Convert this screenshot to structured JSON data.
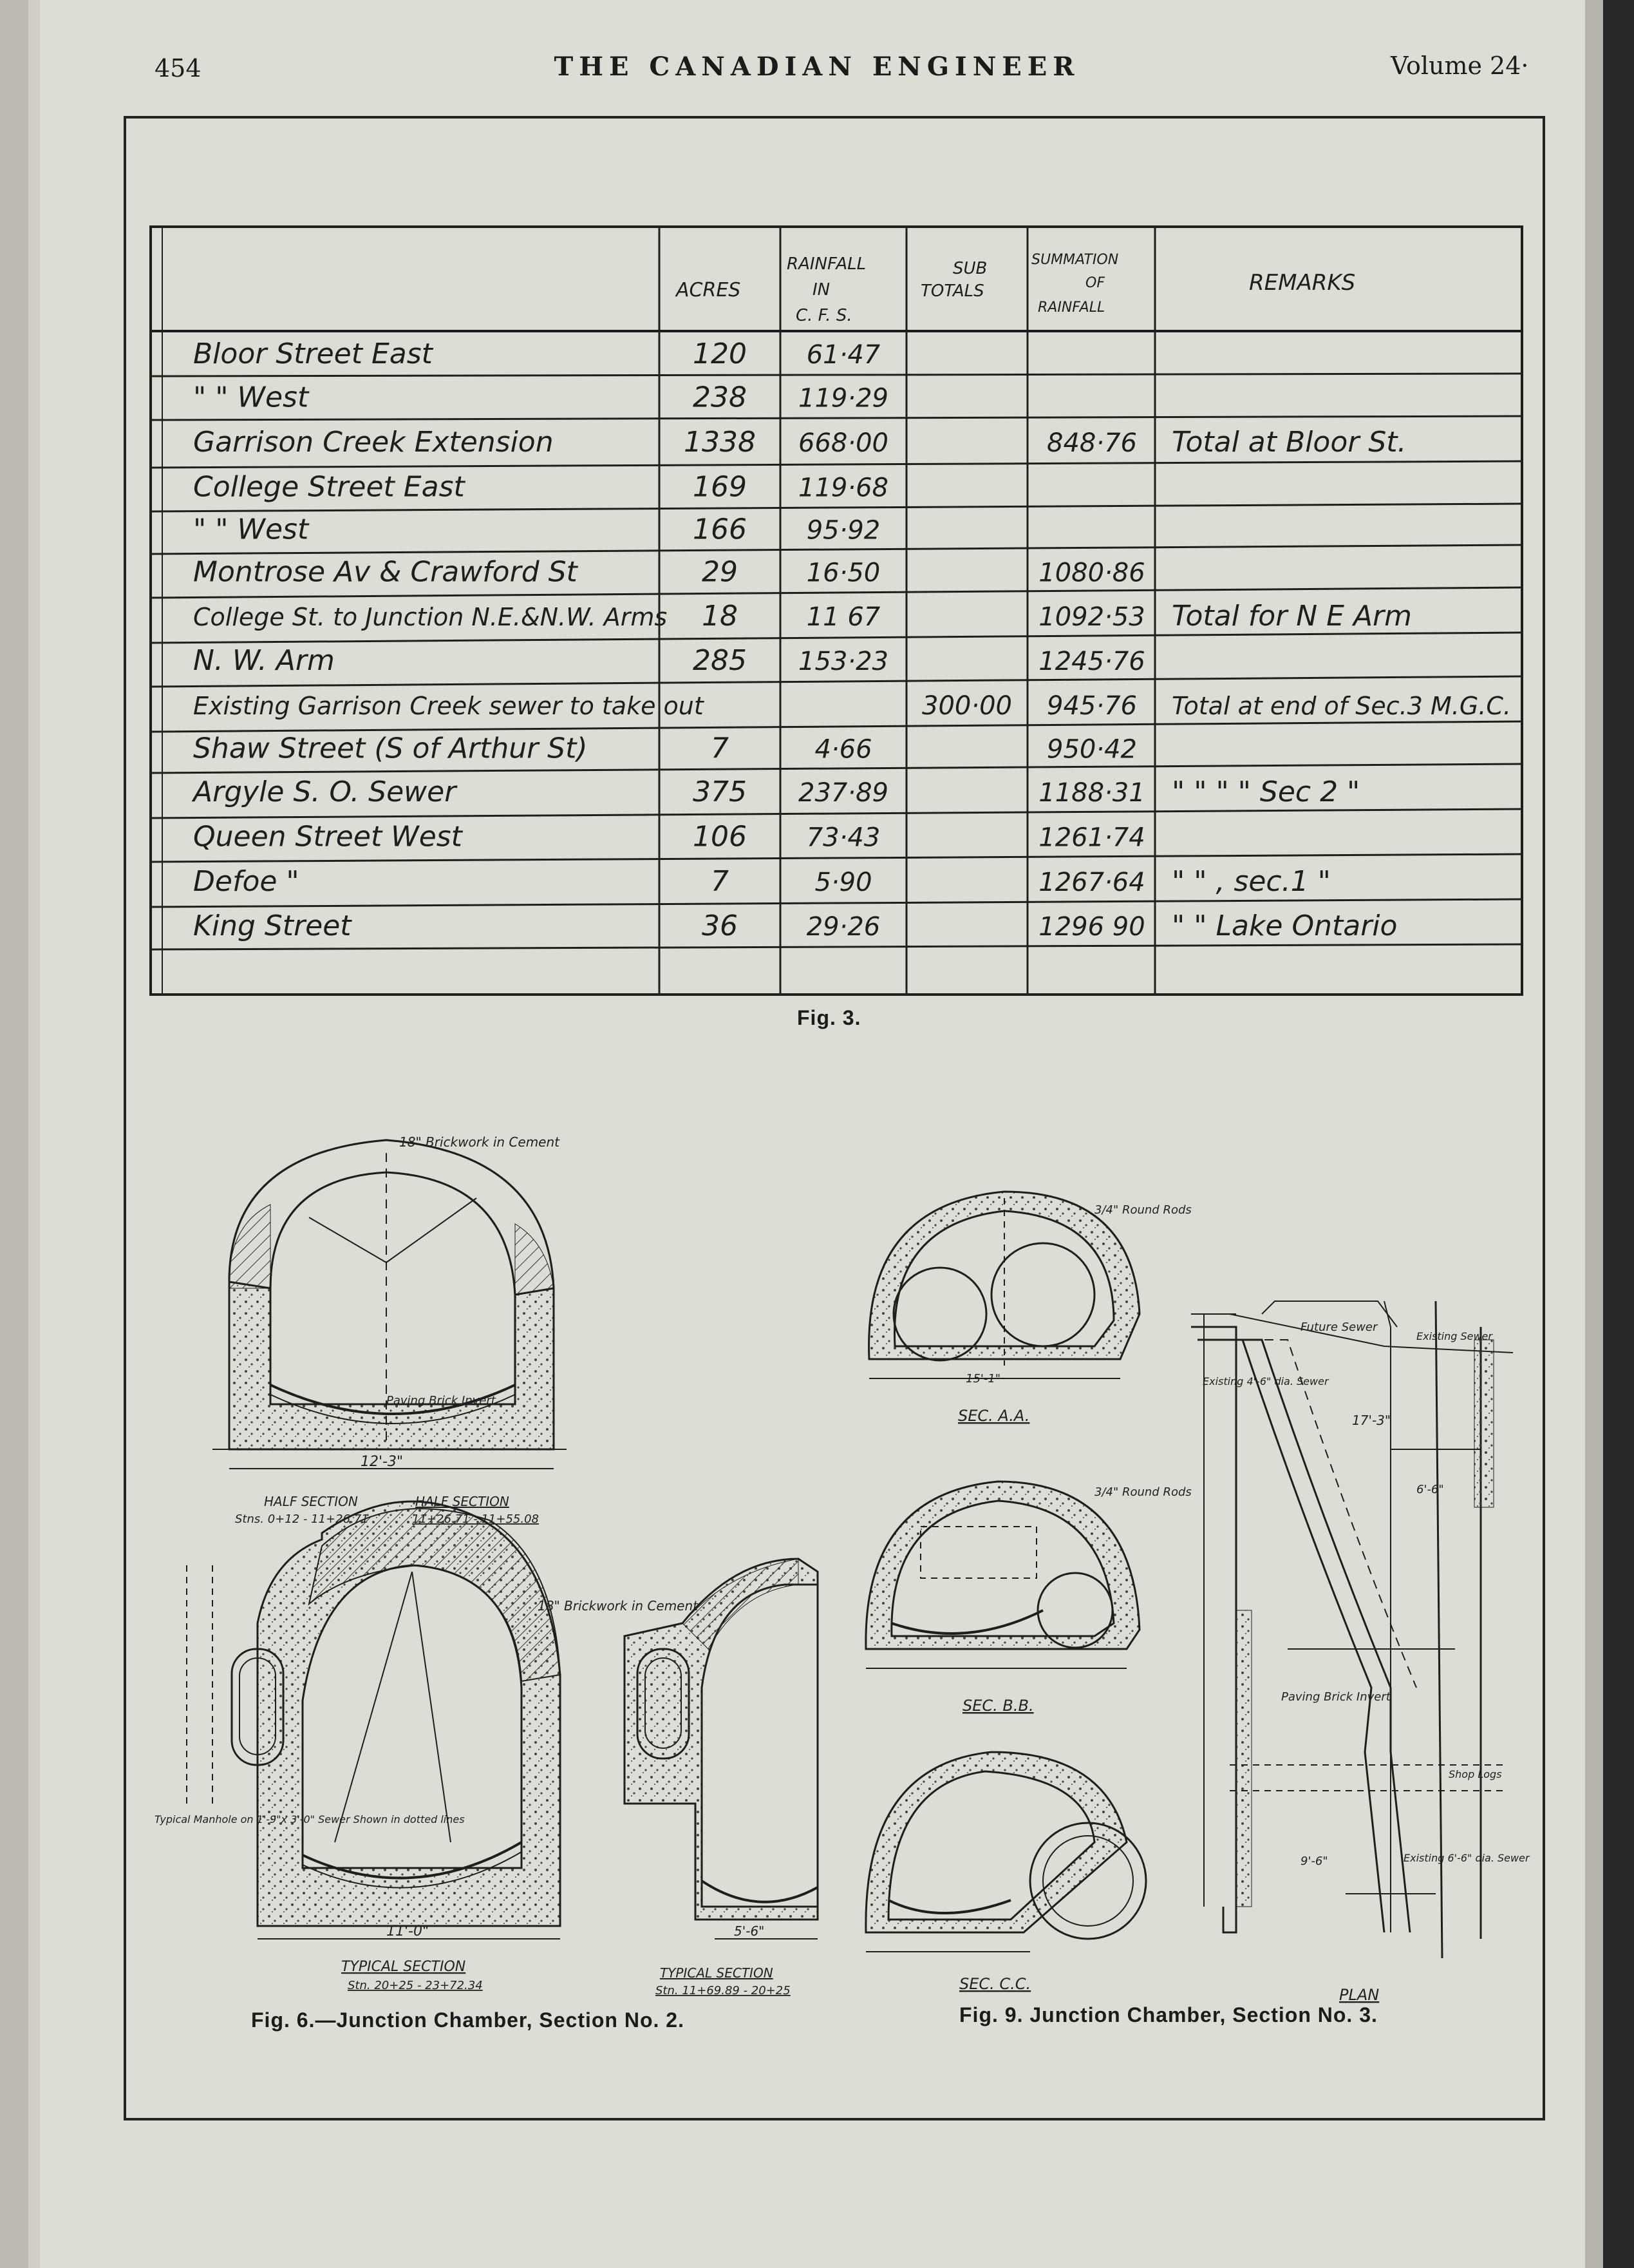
{
  "header": {
    "page_number": "454",
    "journal": "THE CANADIAN ENGINEER",
    "volume": "Volume 24·"
  },
  "table": {
    "headers": {
      "acres": "ACRES",
      "rainfall": "RAINFALL IN C. F. S.",
      "sub_totals": "SUB TOTALS",
      "summation": "SUMMATION OF RAINFALL",
      "remarks": "REMARKS"
    },
    "rows": [
      {
        "name": "Bloor Street East",
        "acres": "120",
        "rainfall": "61·47",
        "subtotal": "",
        "summation": "",
        "remarks": ""
      },
      {
        "name": "\"   \"   West",
        "acres": "238",
        "rainfall": "119·29",
        "subtotal": "",
        "summation": "",
        "remarks": ""
      },
      {
        "name": "Garrison Creek Extension",
        "acres": "1338",
        "rainfall": "668·00",
        "subtotal": "",
        "summation": "848·76",
        "remarks": "Total at Bloor St."
      },
      {
        "name": "College Street East",
        "acres": "169",
        "rainfall": "119·68",
        "subtotal": "",
        "summation": "",
        "remarks": ""
      },
      {
        "name": "\"   \"   West",
        "acres": "166",
        "rainfall": "95·92",
        "subtotal": "",
        "summation": "",
        "remarks": ""
      },
      {
        "name": "Montrose Av & Crawford St",
        "acres": "29",
        "rainfall": "16·50",
        "subtotal": "",
        "summation": "1080·86",
        "remarks": ""
      },
      {
        "name": "College St. to Junction N.E.&N.W. Arms",
        "acres": "18",
        "rainfall": "11 67",
        "subtotal": "",
        "summation": "1092·53",
        "remarks": "Total for N E Arm"
      },
      {
        "name": "N. W. Arm",
        "acres": "285",
        "rainfall": "153·23",
        "subtotal": "",
        "summation": "1245·76",
        "remarks": ""
      },
      {
        "name": "Existing Garrison Creek sewer to take out",
        "acres": "",
        "rainfall": "",
        "subtotal": "300·00",
        "summation": "945·76",
        "remarks": "Total at end of Sec.3 M.G.C."
      },
      {
        "name": "Shaw Street (S of Arthur St)",
        "acres": "7",
        "rainfall": "4·66",
        "subtotal": "",
        "summation": "950·42",
        "remarks": ""
      },
      {
        "name": "Argyle S. O. Sewer",
        "acres": "375",
        "rainfall": "237·89",
        "subtotal": "",
        "summation": "1188·31",
        "remarks": "\"  \"  \"  \" Sec 2 \""
      },
      {
        "name": "Queen Street West",
        "acres": "106",
        "rainfall": "73·43",
        "subtotal": "",
        "summation": "1261·74",
        "remarks": ""
      },
      {
        "name": "Defoe \"",
        "acres": "7",
        "rainfall": "5·90",
        "subtotal": "",
        "summation": "1267·64",
        "remarks": "\"  \"  , sec.1 \""
      },
      {
        "name": "King Street",
        "acres": "36",
        "rainfall": "29·26",
        "subtotal": "",
        "summation": "1296 90",
        "remarks": "\"  \" Lake Ontario"
      }
    ]
  },
  "captions": {
    "fig3": "Fig. 3.",
    "fig6": "Fig. 6.—Junction Chamber, Section No. 2.",
    "fig9": "Fig. 9.  Junction Chamber, Section No. 3."
  },
  "drawing_labels": {
    "brickwork_top": "18\" Brickwork in Cement",
    "half_section_1": "HALF SECTION",
    "half_section_1_stn": "Stns. 0+12 - 11+26.71",
    "half_section_2": "HALF SECTION",
    "half_section_2_stn": "11+26.71 - 11+55.08",
    "paving_brick": "Paving Brick Invert",
    "dim_12_3": "12'-3\"",
    "dim_11_0": "11'-0\"",
    "typical_section_1": "TYPICAL SECTION",
    "typical_section_1_stn": "Stn. 20+25 - 23+72.34",
    "typical_section_2": "TYPICAL SECTION",
    "typical_section_2_stn": "Stn. 11+69.89 - 20+25",
    "brickwork_mid": "18\" Brickwork in Cement",
    "manhole_note": "Typical Manhole on 1'-9\"x 3'-0\" Sewer Shown in dotted lines",
    "round_rod_1": "3/4\" Round Rods",
    "round_rod_2": "3/4\" Round Rods",
    "sec_aa": "SEC. A.A.",
    "sec_bb": "SEC. B.B.",
    "sec_cc": "SEC. C.C.",
    "plan": "PLAN",
    "future_sewer": "Future Sewer",
    "existing_sewer": "Existing Sewer",
    "existing_4_6": "Existing 4'-6\" dia. Sewer",
    "existing_6_6": "Existing 6'-6\" dia. Sewer",
    "paving_invert": "Paving Brick Invert",
    "shop_logs": "Shop Logs",
    "dim_17_3": "17'-3\"",
    "dim_6_6": "6'-6\"",
    "dim_5_6": "5'-6\"",
    "dim_9_6": "9'-6\"",
    "dim_15_1": "15'-1\""
  }
}
